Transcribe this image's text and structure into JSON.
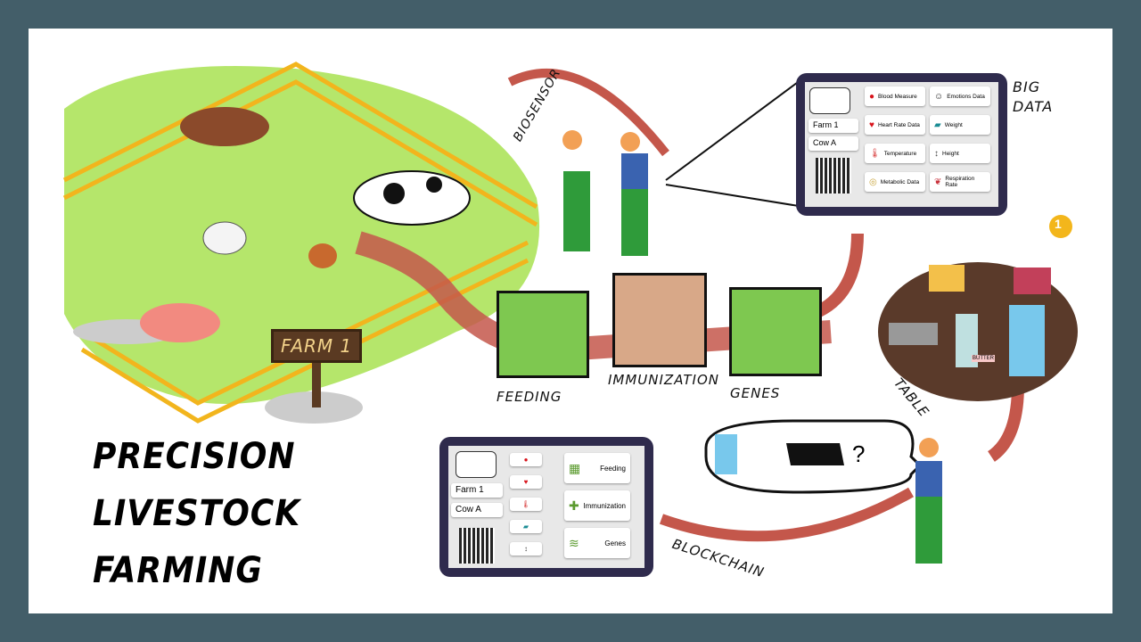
{
  "title_lines": [
    "PRECISION",
    "LIVESTOCK",
    "FARMING"
  ],
  "farm_sign": "FARM 1",
  "labels": {
    "biosensor": "BIOSENSOR",
    "feeding": "FEEDING",
    "immunization": "IMMUNIZATION",
    "genes": "GENES",
    "table": "TABLE",
    "blockchain": "BLOCKCHAIN",
    "big_data": "BIG DATA"
  },
  "big_data_tablet": {
    "farm": "Farm 1",
    "cow": "Cow A",
    "cards": [
      {
        "icon": "blood-drop",
        "label": "Blood Measure",
        "color": "#d8141c"
      },
      {
        "icon": "emotion-face",
        "label": "Emotions Data",
        "color": "#222222"
      },
      {
        "icon": "heart-rate",
        "label": "Heart Rate Data",
        "color": "#d8141c"
      },
      {
        "icon": "scale",
        "label": "Weight",
        "color": "#1b8c94"
      },
      {
        "icon": "thermometer",
        "label": "Temperature",
        "color": "#d84040"
      },
      {
        "icon": "ruler",
        "label": "Height",
        "color": "#444444"
      },
      {
        "icon": "metabolism",
        "label": "Metabolic Data",
        "color": "#c9a43b"
      },
      {
        "icon": "lungs",
        "label": "Respiration Rate",
        "color": "#c8303a"
      }
    ]
  },
  "blockchain_tablet": {
    "farm": "Farm 1",
    "cow": "Cow A",
    "small_icons": [
      "blood-drop",
      "heart-rate",
      "thermometer",
      "scale",
      "ruler"
    ],
    "cards": [
      {
        "icon": "grass",
        "label": "Feeding"
      },
      {
        "icon": "syringe",
        "label": "Immunization"
      },
      {
        "icon": "dna",
        "label": "Genes"
      }
    ]
  },
  "medal": "1",
  "butter_label": "BUTTER",
  "speech_question": "?",
  "colors": {
    "frame": "#435e69",
    "tablet": "#2f2b4d",
    "arrow": "#c4574b",
    "grass": "#b5e66b",
    "fence": "#f2b51d"
  }
}
